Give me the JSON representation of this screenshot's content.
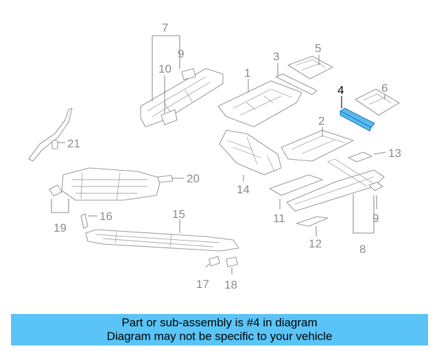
{
  "diagram": {
    "callouts": {
      "c1": "1",
      "c2": "2",
      "c3": "3",
      "c4": "4",
      "c5": "5",
      "c6": "6",
      "c7": "7",
      "c8": "8",
      "c9a": "9",
      "c9b": "9",
      "c10": "10",
      "c11": "11",
      "c12": "12",
      "c13": "13",
      "c14": "14",
      "c15": "15",
      "c16": "16",
      "c17": "17",
      "c18": "18",
      "c19": "19",
      "c20": "20",
      "c21": "21"
    },
    "highlighted_part": "4",
    "colors": {
      "highlight_fill": "#5ab9ec",
      "banner": "#5ac4f6",
      "line_gray": "#9a9a9a"
    }
  },
  "banner": {
    "line1": "Part or sub-assembly is #4 in diagram",
    "line2": "Diagram may not be specific to your vehicle"
  }
}
